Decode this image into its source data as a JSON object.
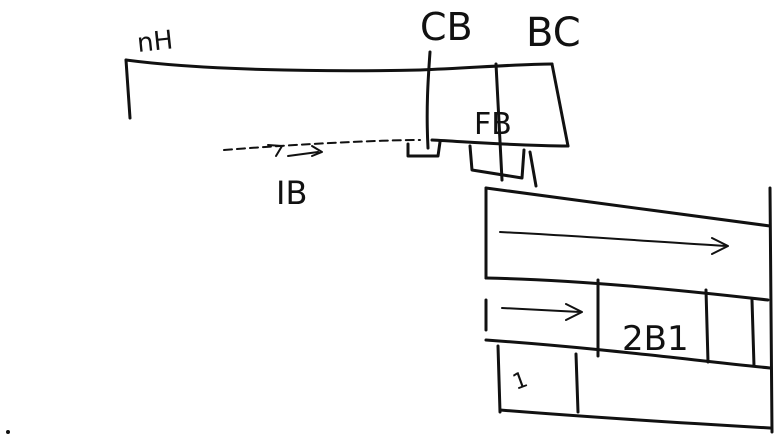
{
  "labels": {
    "nh": "nH",
    "cb": "CB",
    "bc": "BC",
    "fb": "FB",
    "ib": "IB",
    "zb": "2B1",
    "one": "1"
  },
  "colors": {
    "ink": "#111111",
    "background": "#ffffff"
  }
}
